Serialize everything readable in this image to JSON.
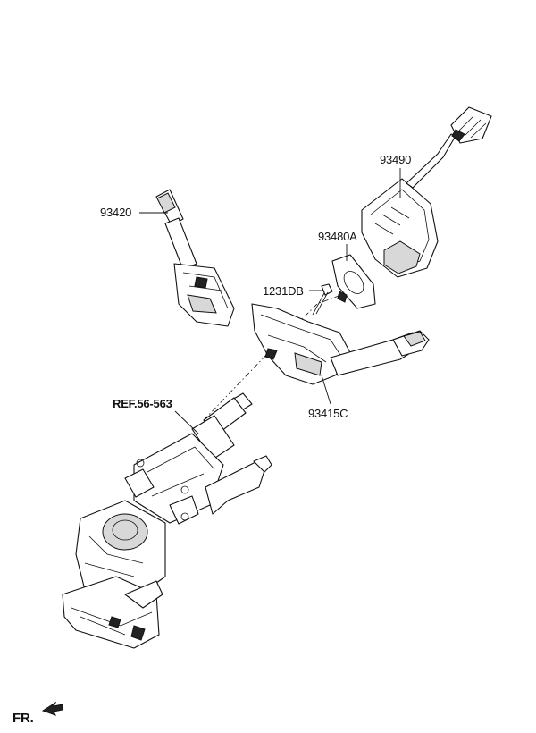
{
  "labels": {
    "p93490": "93490",
    "p93420": "93420",
    "p93480a": "93480A",
    "p1231db": "1231DB",
    "p93415c": "93415C",
    "ref": "REF.56-563",
    "fr": "FR."
  }
}
